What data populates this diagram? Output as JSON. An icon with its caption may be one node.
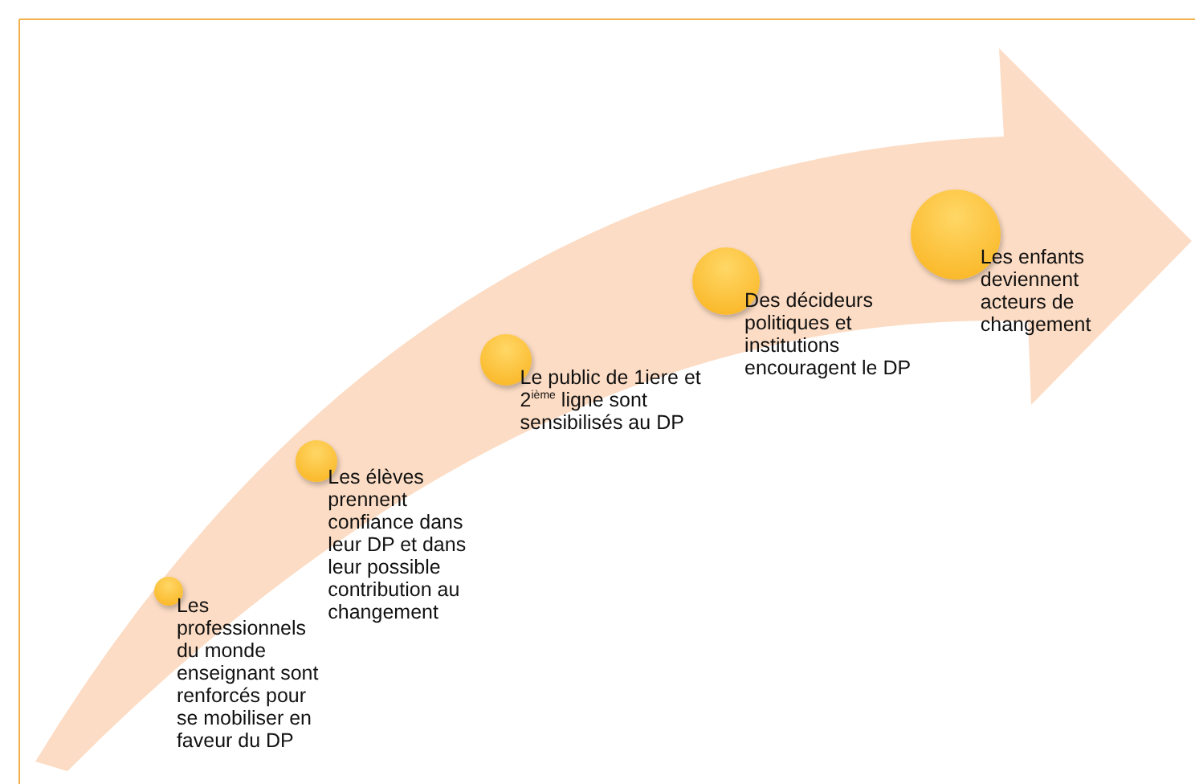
{
  "diagram": {
    "nodes": [
      {
        "text": [],
        "shape": "circle",
        "beside": [
          "Les professionnels du monde enseignant sont renforcés pour se mobiliser en faveur du DP"
        ]
      },
      {
        "text": [],
        "shape": "circle",
        "beside": [
          "Les élèves prennent confiance dans leur DP et dans leur possible contribution au changement"
        ]
      },
      {
        "text": [],
        "shape": "circle",
        "beside": [
          "Le public de 1iere et 2$^{ième}$ ligne sont sensibilisés au DP"
        ]
      },
      {
        "text": [],
        "shape": "circle",
        "beside": [
          "Des décideurs politiques et institutions encouragent le DP"
        ]
      },
      {
        "text": [],
        "shape": "circle",
        "beside": [
          "Les enfants deviennent acteurs de changement"
        ]
      }
    ],
    "edges": []
  }
}
